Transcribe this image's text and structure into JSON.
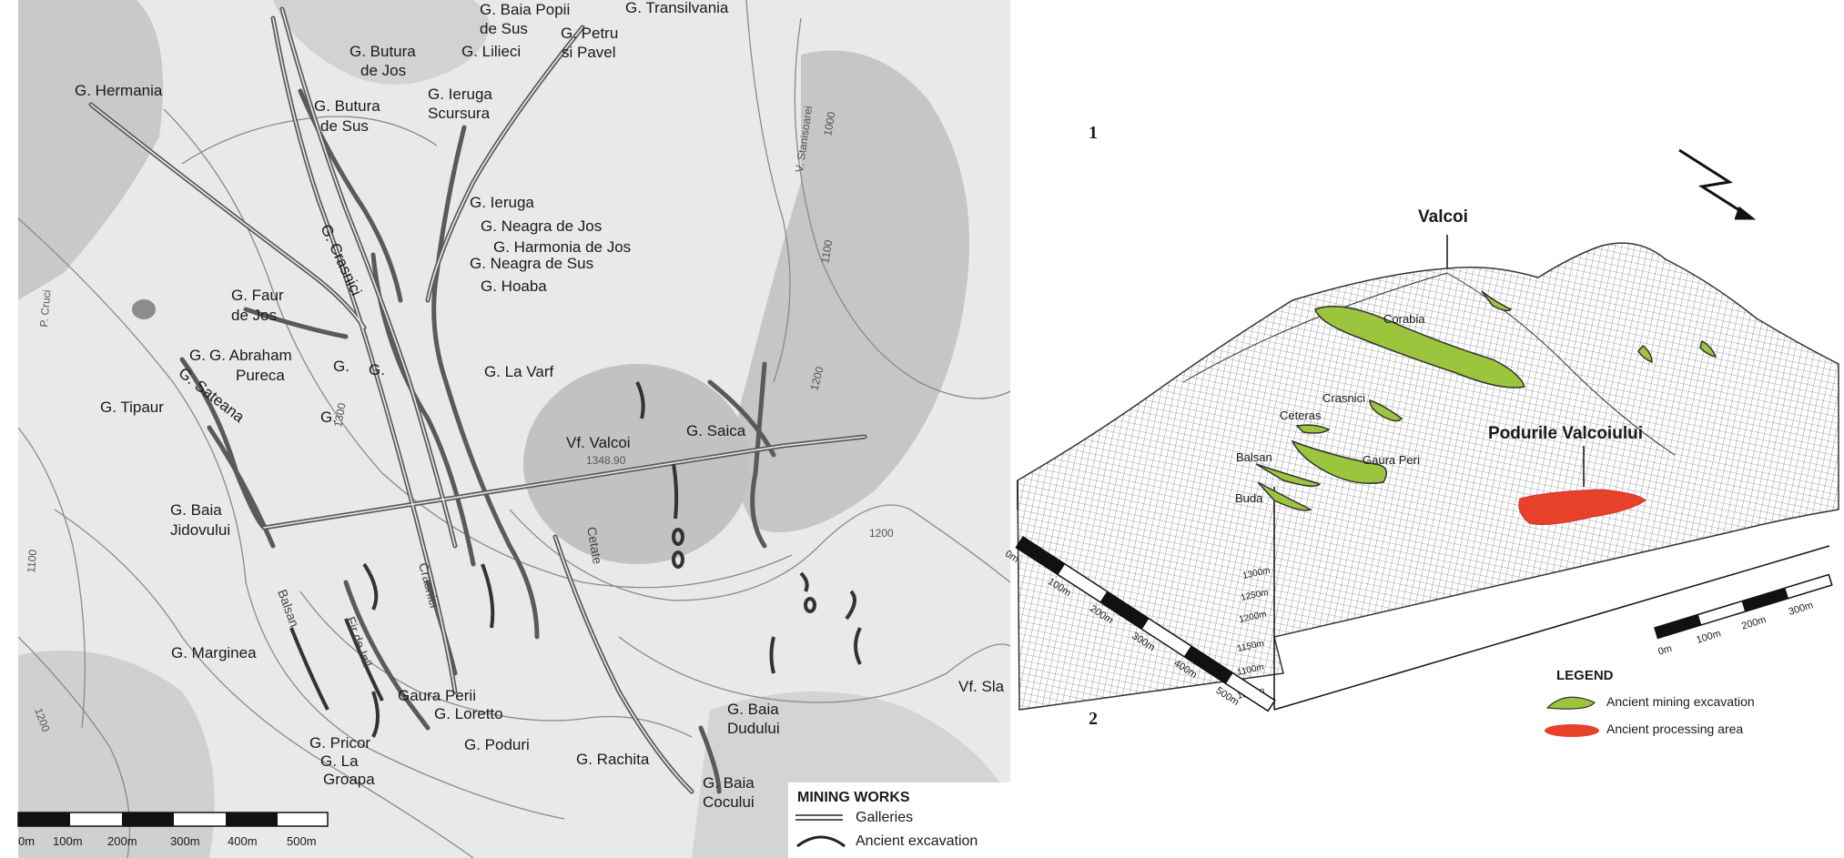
{
  "map_left": {
    "labels": {
      "baia_popii": "G. Baia Popii",
      "de_sus_1": "de Sus",
      "transilvania": "G. Transilvania",
      "petru": "G. Petru",
      "si_pavel": "si Pavel",
      "butura_jos_1": "G. Butura",
      "butura_jos_2": "de Jos",
      "lilieci": "G. Lilieci",
      "hermania": "G. Hermania",
      "ieruga_scursura_1": "G. Ieruga",
      "ieruga_scursura_2": "Scursura",
      "butura_sus_1": "G. Butura",
      "butura_sus_2": "de Sus",
      "ieruga": "G. Ieruga",
      "neagra_jos": "G. Neagra de Jos",
      "harmonia_jos": "G. Harmonia de Jos",
      "neagra_sus": "G. Neagra de Sus",
      "hoaba": "G. Hoaba",
      "crasnici": "G. Crasnici",
      "faur_1": "G. Faur",
      "faur_2": "de Jos",
      "abraham": "G. Abraham",
      "g_prefix": "G.",
      "sateana": "G. Sateana",
      "pureca": "Pureca",
      "g_1": "G.",
      "g_2": "G.",
      "g_3": "G.",
      "la_varf": "G. La Varf",
      "tipaur": "G. Tipaur",
      "vf_valcoi": "Vf. Valcoi",
      "saica": "G. Saica",
      "baia_jidovului_1": "G. Baia",
      "baia_jidovului_2": "Jidovului",
      "marginea": "G. Marginea",
      "gaura_perii": "Gaura Perii",
      "loretto": "G. Loretto",
      "poduri": "G. Poduri",
      "pricor": "G. Pricor",
      "la_groapa_1": "G. La",
      "la_groapa_2": "Groapa",
      "rachita": "G. Rachita",
      "baia_dudului_1": "G. Baia",
      "baia_dudului_2": "Dudului",
      "baia_cocului_1": "G. Baia",
      "baia_cocului_2": "Cocului",
      "vf_sla": "Vf. Sla",
      "balsan": "Balsan",
      "fir_de_inil": "Fir de Inil",
      "crasnici_vein": "Crasnici",
      "cetate": "Cetate",
      "v_stanisoarei": "V. Stanisoarei",
      "p_cruci": "P. Cruci",
      "c1000": "1000",
      "c1100a": "1100",
      "c1100b": "1100",
      "c1200a": "1200",
      "c1200b": "1200",
      "c1200c": "1200",
      "c1300": "1300",
      "c1348": "1348.90"
    },
    "scale": {
      "ticks": [
        "0m",
        "100m",
        "200m",
        "300m",
        "400m",
        "500m"
      ]
    },
    "legend": {
      "title": "MINING WORKS",
      "galleries": "Galleries",
      "ancient_excavation": "Ancient excavation"
    }
  },
  "map_right": {
    "panel_1": "1",
    "panel_2": "2",
    "valcoi": "Valcoi",
    "podurile": "Podurile Valcoiului",
    "corabia": "Corabia",
    "crasnici": "Crasnici",
    "ceteras": "Ceteras",
    "balsan": "Balsan",
    "gaura_peri": "Gaura Peri",
    "buda": "Buda",
    "z_axis": [
      "1300m",
      "1250m",
      "1200m",
      "1150m",
      "1100m",
      "1050m"
    ],
    "scale_front": [
      "0m",
      "100m",
      "200m",
      "300m",
      "400m",
      "500m"
    ],
    "scale_side": [
      "0m",
      "100m",
      "200m",
      "300m"
    ],
    "legend": {
      "title": "LEGEND",
      "excavation": "Ancient mining excavation",
      "processing": "Ancient processing area"
    },
    "colors": {
      "excavation": "#9bc53d",
      "processing": "#e8412a"
    }
  }
}
